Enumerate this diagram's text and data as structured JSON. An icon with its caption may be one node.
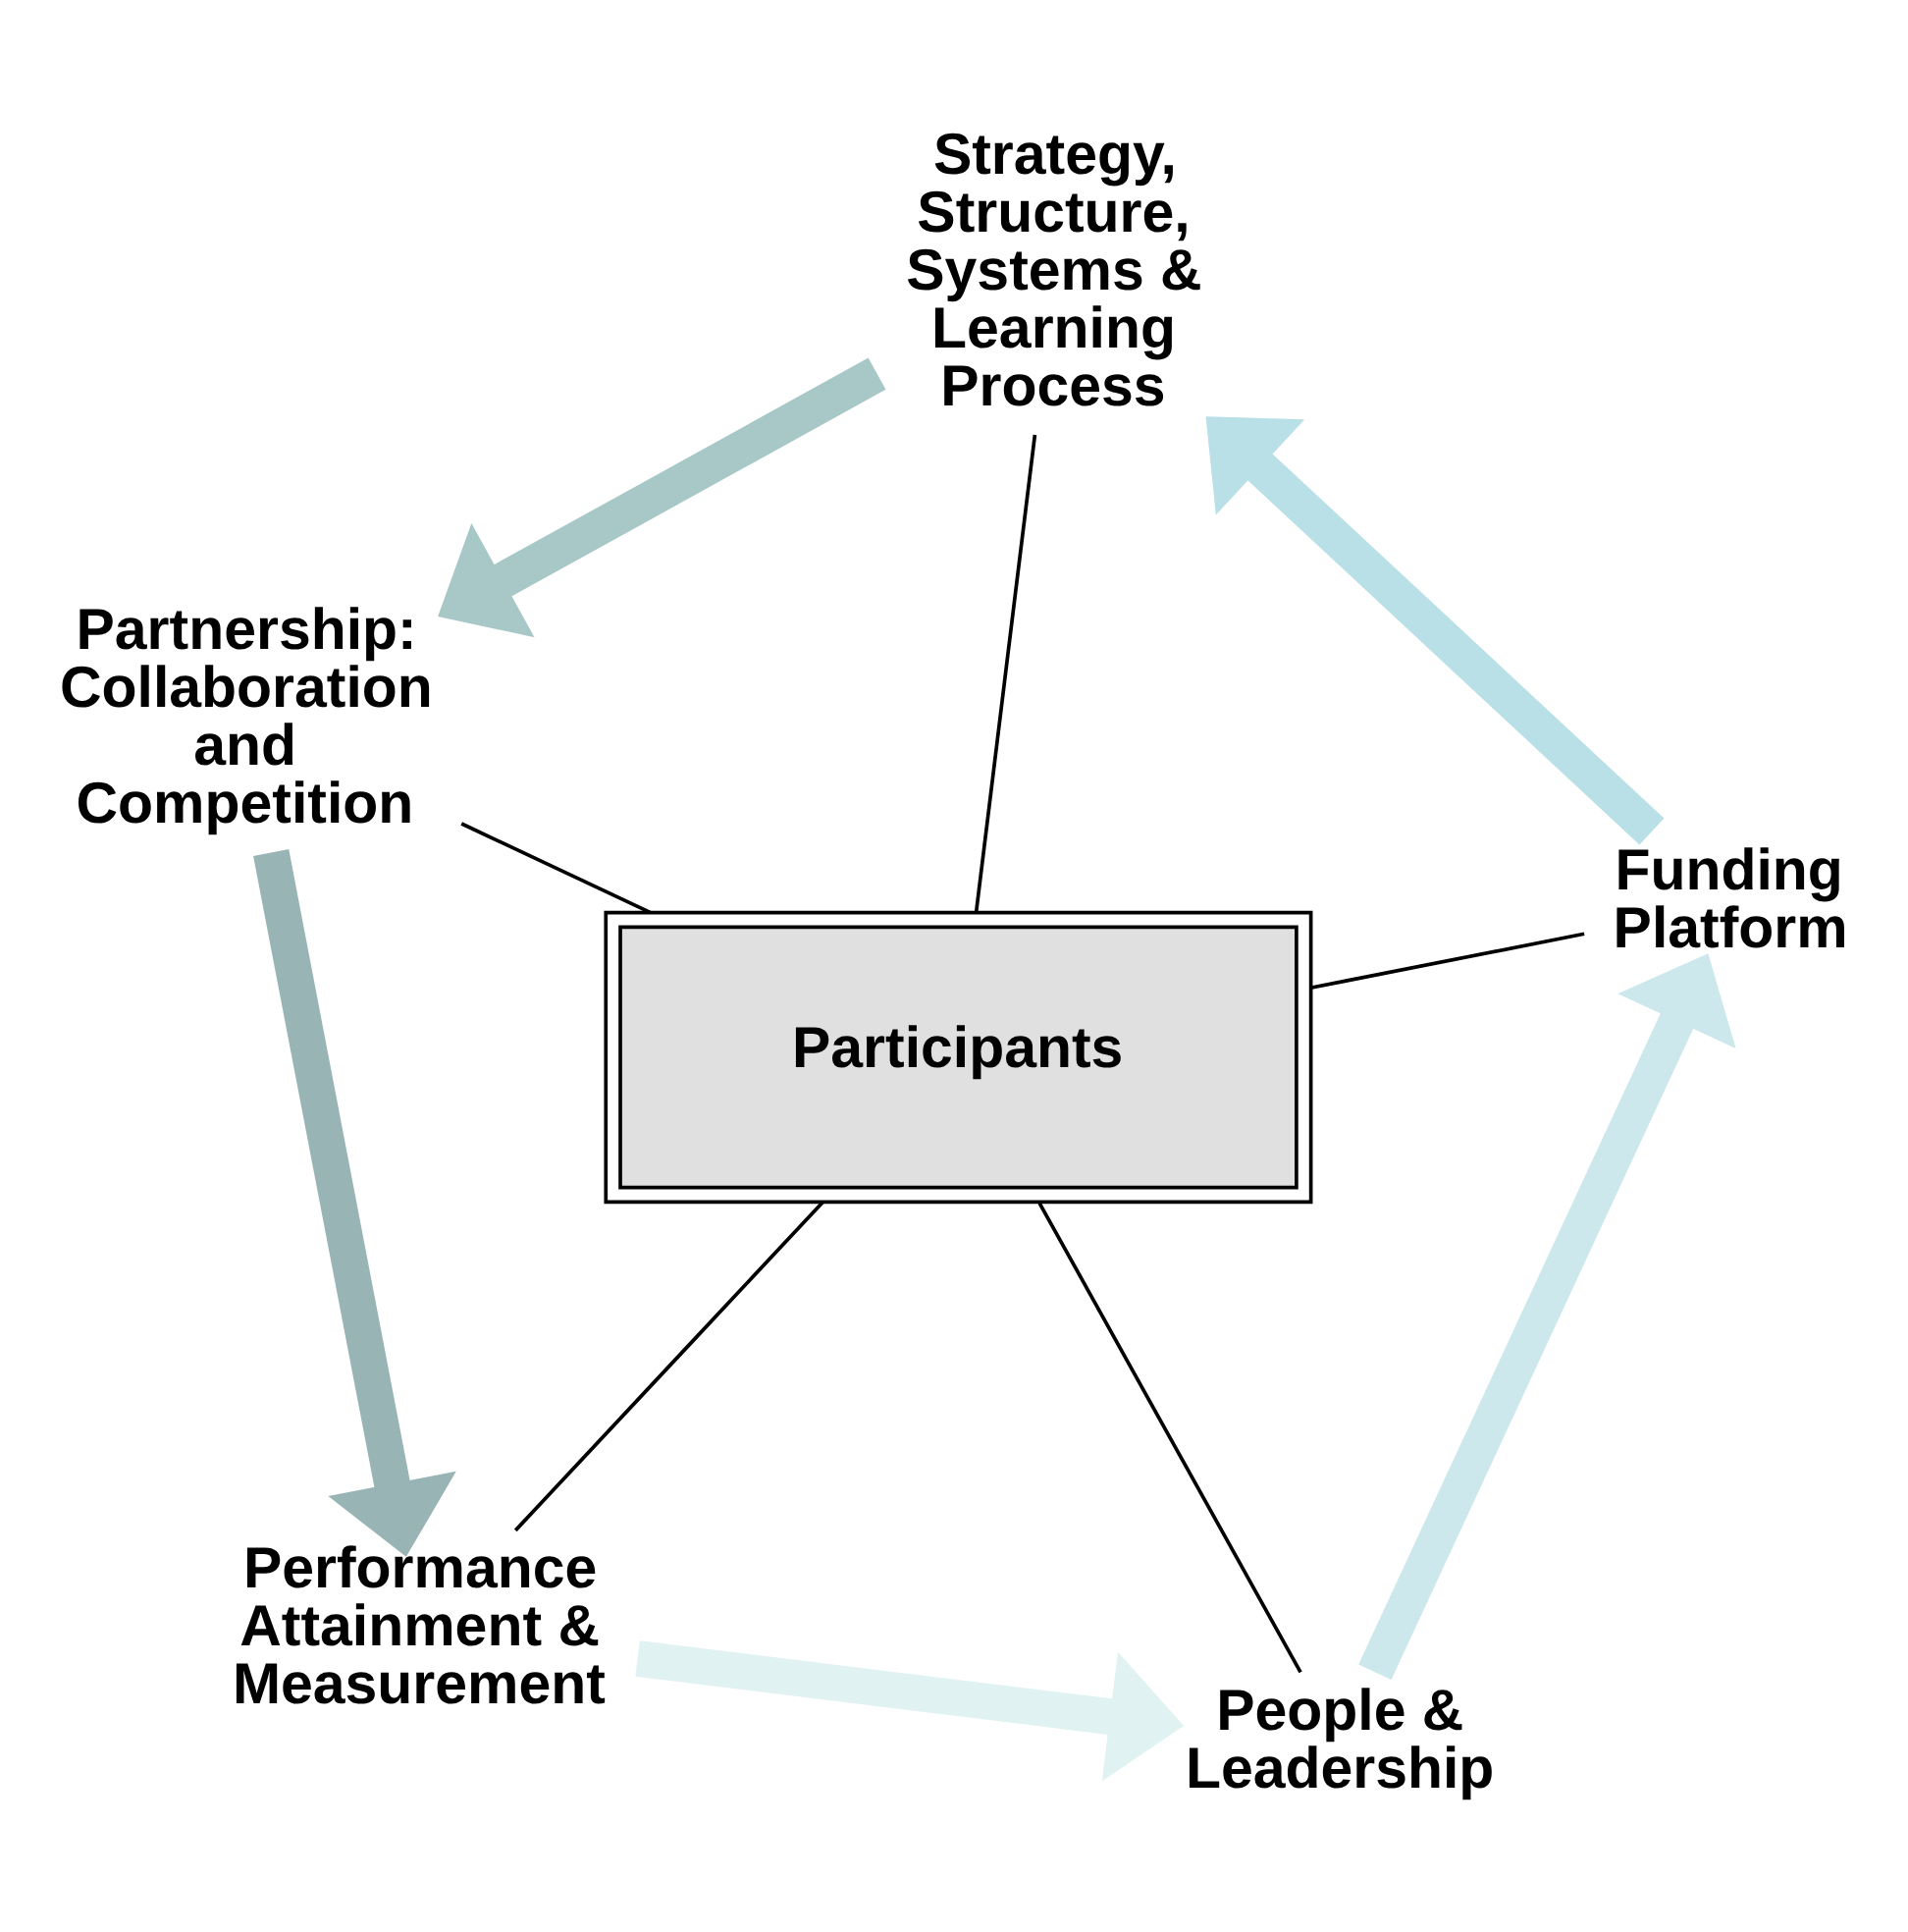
{
  "diagram": {
    "nodes": [
      {
        "text": [
          "Performance Attainment & Measurement"
        ]
      },
      {
        "text": [
          "People & Leadership"
        ]
      },
      {
        "text": [
          "Participants"
        ]
      },
      {
        "text": [
          "Partnership: Collaboration and Competition"
        ]
      },
      {
        "text": [
          "Funding Platform"
        ]
      },
      {
        "text": [
          "Strategy, Structure, Systems & Learning Process"
        ]
      }
    ],
    "edges": [
      {
        "from": 2,
        "to": 0,
        "arrow": "none"
      },
      {
        "from": 2,
        "to": 1,
        "arrow": "none"
      },
      {
        "from": 2,
        "to": 4,
        "arrow": "none"
      },
      {
        "from": 2,
        "to": 5,
        "arrow": "none"
      },
      {
        "from": 2,
        "to": 3,
        "arrow": "none"
      },
      {
        "from": 0,
        "to": 1,
        "arrow": "to",
        "style": "thick",
        "color": "#e0f2f2"
      },
      {
        "from": 1,
        "to": 4,
        "arrow": "to",
        "style": "thick",
        "color": "#cce8ec"
      },
      {
        "from": 4,
        "to": 5,
        "arrow": "to",
        "style": "thick",
        "color": "#b8e0e6"
      },
      {
        "from": 5,
        "to": 3,
        "arrow": "to",
        "style": "thick",
        "color": "#a8c8c8"
      },
      {
        "from": 3,
        "to": 0,
        "arrow": "to",
        "style": "thick",
        "color": "#98b4b4"
      }
    ]
  }
}
